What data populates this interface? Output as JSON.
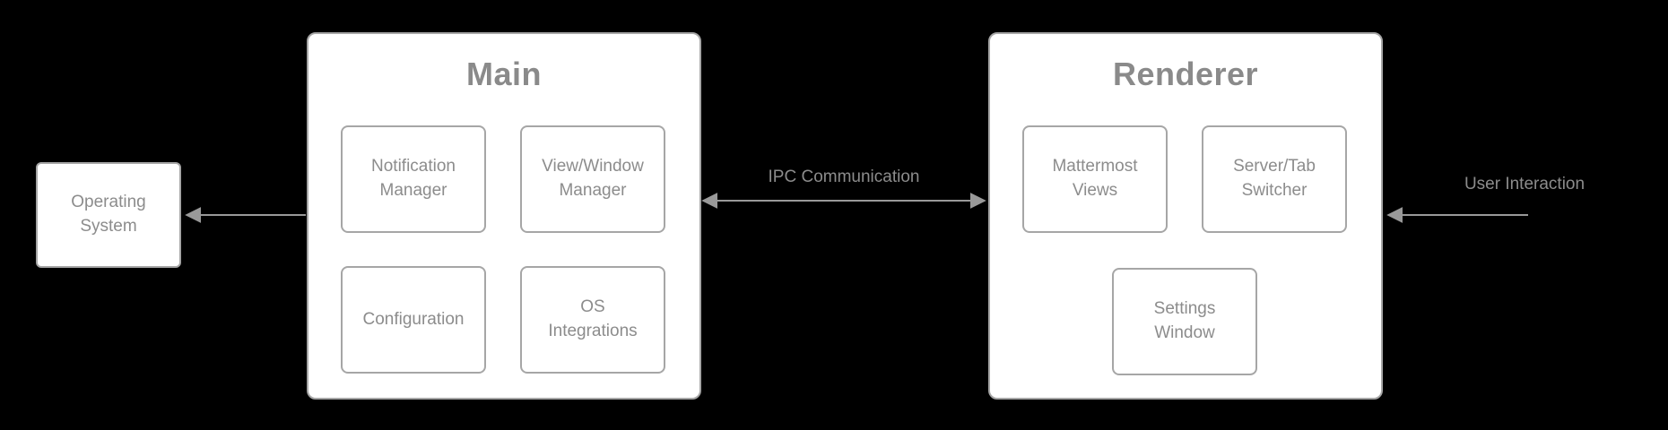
{
  "colors": {
    "background": "#000000",
    "box_fill": "#ffffff",
    "box_border": "#a6a6a6",
    "node_text": "#8c8c8c",
    "group_title_text": "#8a8a8a",
    "arrow": "#999999"
  },
  "nodes": {
    "operating_system": {
      "label": "Operating\nSystem"
    },
    "main": {
      "title": "Main"
    },
    "notification_manager": {
      "label": "Notification\nManager"
    },
    "view_window_manager": {
      "label": "View/Window\nManager"
    },
    "configuration": {
      "label": "Configuration"
    },
    "os_integrations": {
      "label": "OS\nIntegrations"
    },
    "renderer": {
      "title": "Renderer"
    },
    "mattermost_views": {
      "label": "Mattermost\nViews"
    },
    "server_tab_switcher": {
      "label": "Server/Tab\nSwitcher"
    },
    "settings_window": {
      "label": "Settings\nWindow"
    }
  },
  "edges": {
    "main_to_operating_system": {
      "label": "",
      "direction": "left"
    },
    "ipc": {
      "label": "IPC Communication",
      "direction": "bidirectional"
    },
    "user_interaction": {
      "label": "User Interaction",
      "direction": "left"
    }
  }
}
